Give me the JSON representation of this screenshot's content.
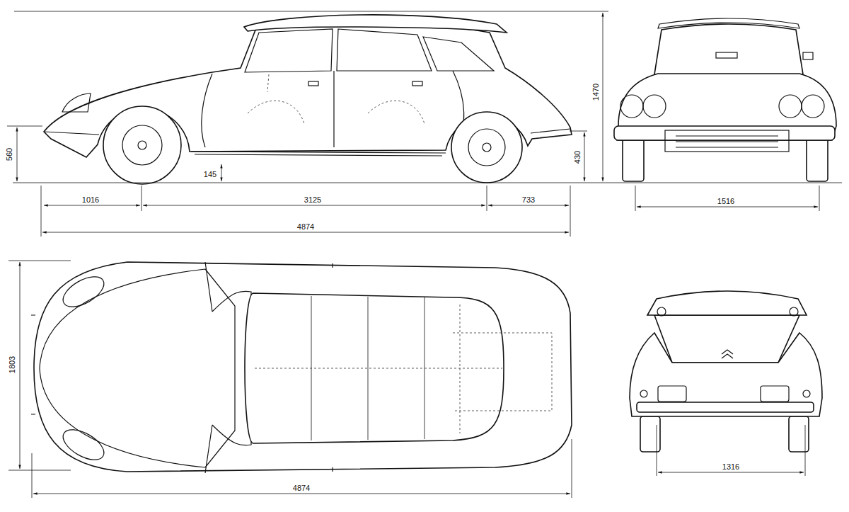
{
  "diagram": {
    "labels": [
      "560",
      "145",
      "430",
      "1470",
      "1016",
      "3125",
      "733",
      "4874",
      "1516",
      "1803",
      "4874",
      "1316"
    ]
  }
}
